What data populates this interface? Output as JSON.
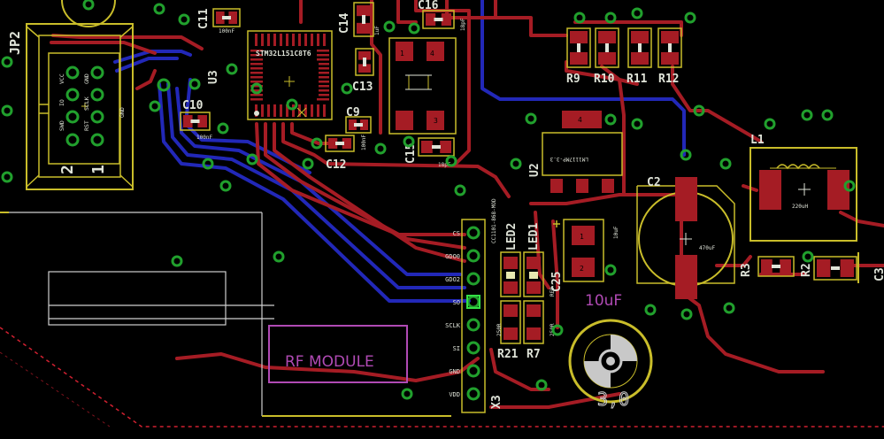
{
  "board": {
    "colors": {
      "background": "#000000",
      "top_copper": "#a51c24",
      "bottom_copper": "#2228b8",
      "silkscreen": "#c9bd2a",
      "via_ring": "#21a02d",
      "label_text": "#dfe3d8",
      "rf_outline": "#b04ab4",
      "dimension_line": "#d02030"
    }
  },
  "designators": {
    "jp2": "JP2",
    "u3": "U3",
    "c11": "C11",
    "c14": "C14",
    "c16": "C16",
    "c13": "C13",
    "c10": "C10",
    "c9": "C9",
    "c12": "C12",
    "c15": "C15",
    "r9": "R9",
    "r10": "R10",
    "r11": "R11",
    "r12": "R12",
    "u2": "U2",
    "c2": "C2",
    "l1": "L1",
    "r3": "R3",
    "r2": "R2",
    "c3": "C3",
    "led2": "LED2",
    "led1": "LED1",
    "c25": "C25",
    "r21": "R21",
    "r7": "R7",
    "x3": "X3"
  },
  "jp2_pins": {
    "n2": "2",
    "n1": "1",
    "vcc": "VCC",
    "gnd1": "GND",
    "io": "IO",
    "sclk": "SCLK",
    "gnd2": "GND",
    "swd": "SWD",
    "rst": "RST"
  },
  "values": {
    "c10": "100nF",
    "c11": "100nF",
    "c9": "100nF",
    "c14": "1uF",
    "c16": "18pF",
    "c15": "18pF",
    "c2": "470uF",
    "l1": "220uH",
    "c25": "10uF",
    "u2": "LM1117MP-3.3",
    "u3": "STM32L151C8T6",
    "x3": "CC1101-868-MOD",
    "r21": "250R",
    "r7": "250R",
    "led_red": "RED"
  },
  "x3_pins": [
    "CS",
    "GDO0",
    "GDO2",
    "SO",
    "SCLK",
    "SI",
    "GND",
    "VDD"
  ],
  "rf_module": "RF MODULE",
  "cap_10uf": "10uF",
  "hole": "3,0"
}
